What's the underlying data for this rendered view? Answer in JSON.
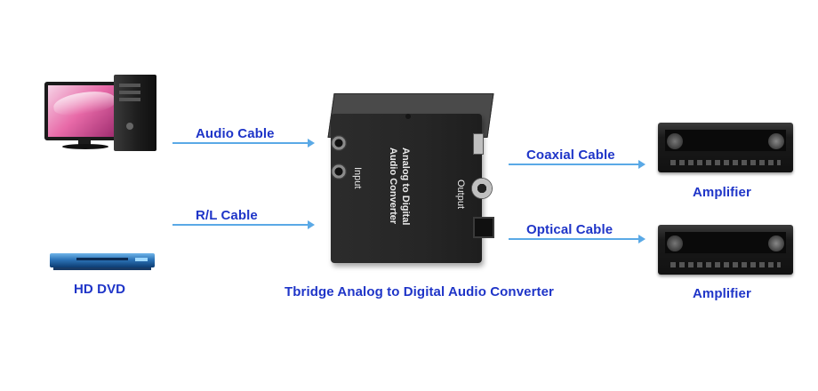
{
  "labels": {
    "audio_cable": "Audio Cable",
    "rl_cable": "R/L Cable",
    "coaxial_cable": "Coaxial Cable",
    "optical_cable": "Optical Cable",
    "amplifier_top": "Amplifier",
    "amplifier_bottom": "Amplifier",
    "hd_dvd": "HD DVD",
    "caption": "Tbridge Analog to Digital Audio Converter"
  },
  "converter": {
    "title_line1": "Analog to Digital",
    "title_line2": "Audio Converter",
    "input_label": "Input",
    "output_label": "Output"
  },
  "colors": {
    "label_text": "#1f35c8",
    "arrow": "#5aa9e6"
  },
  "icons": {
    "computer": "desktop-computer-icon",
    "dvd": "dvd-player-icon",
    "converter": "converter-box-icon",
    "amplifier": "amplifier-icon"
  }
}
